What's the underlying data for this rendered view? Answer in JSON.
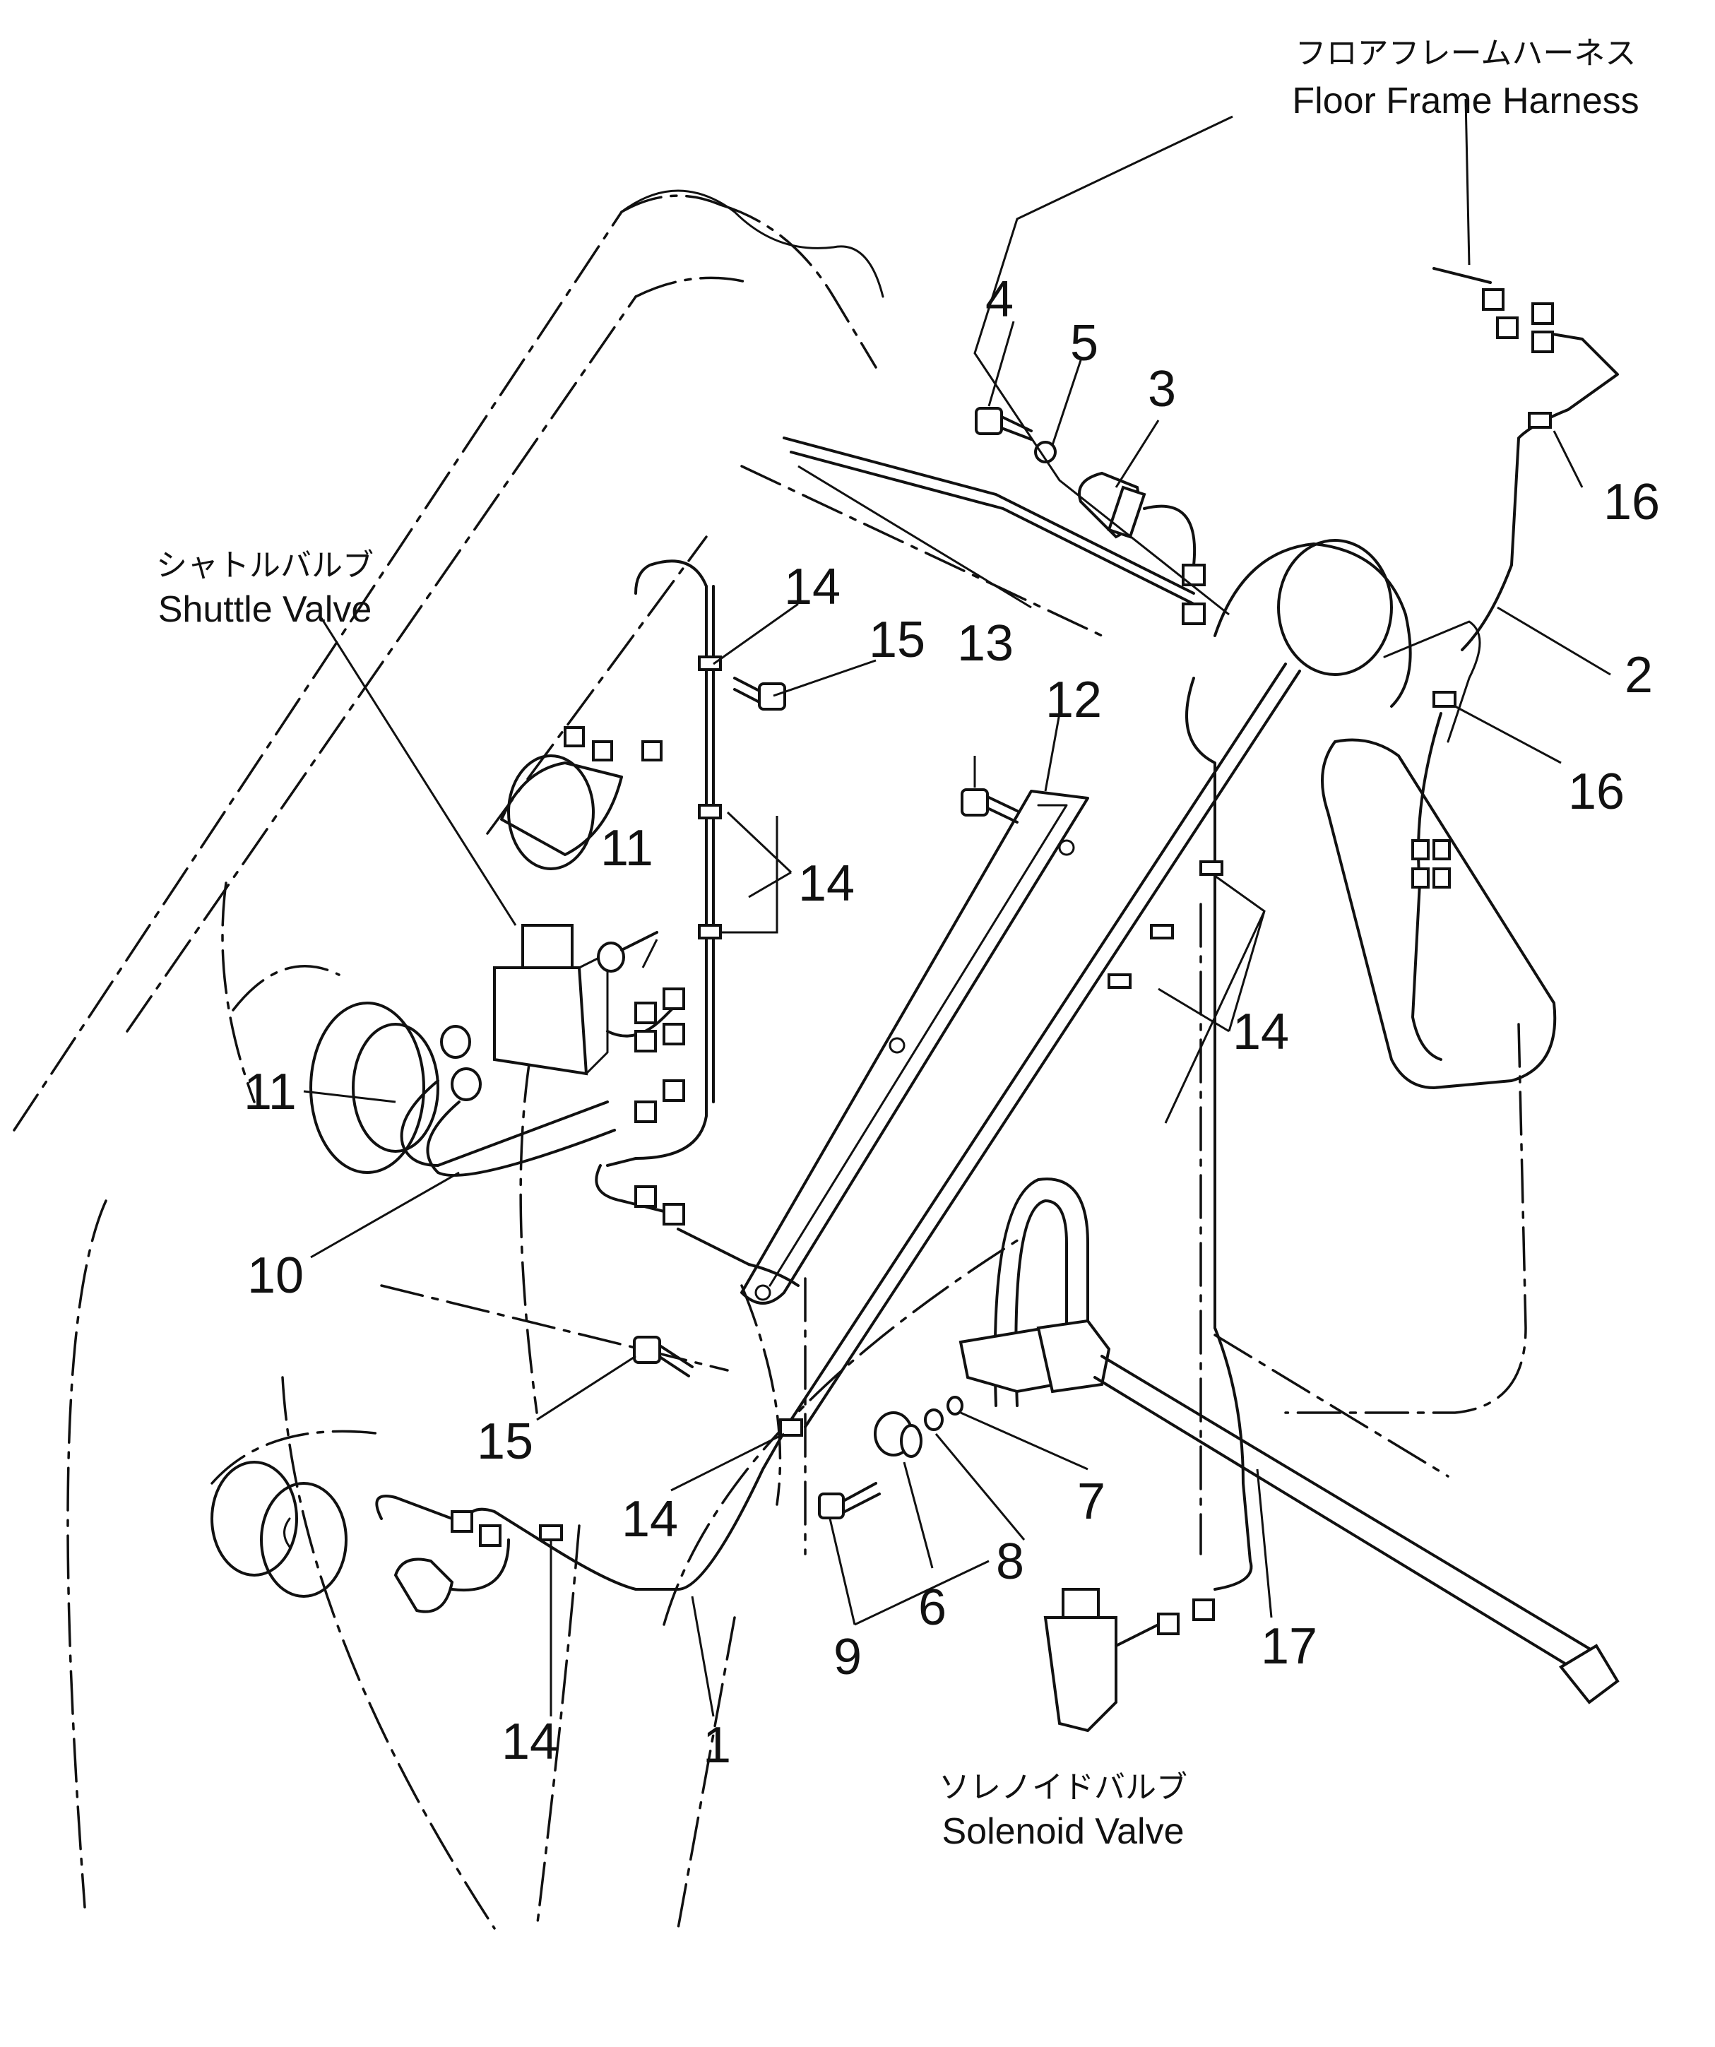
{
  "labels": {
    "floor_frame_harness": {
      "jp": "フロアフレームハーネス",
      "en": "Floor Frame Harness"
    },
    "shuttle_valve": {
      "jp": "シャトルバルブ",
      "en": "Shuttle Valve"
    },
    "solenoid_valve": {
      "jp": "ソレノイドバルブ",
      "en": "Solenoid Valve"
    }
  },
  "callouts": {
    "c1": "1",
    "c2": "2",
    "c3": "3",
    "c4": "4",
    "c5": "5",
    "c6": "6",
    "c7": "7",
    "c8": "8",
    "c9": "9",
    "c10": "10",
    "c11a": "11",
    "c11b": "11",
    "c12": "12",
    "c13": "13",
    "c14a": "14",
    "c14b": "14",
    "c14c": "14",
    "c14d": "14",
    "c14e": "14",
    "c15a": "15",
    "c15b": "15",
    "c16a": "16",
    "c16b": "16",
    "c17": "17"
  }
}
